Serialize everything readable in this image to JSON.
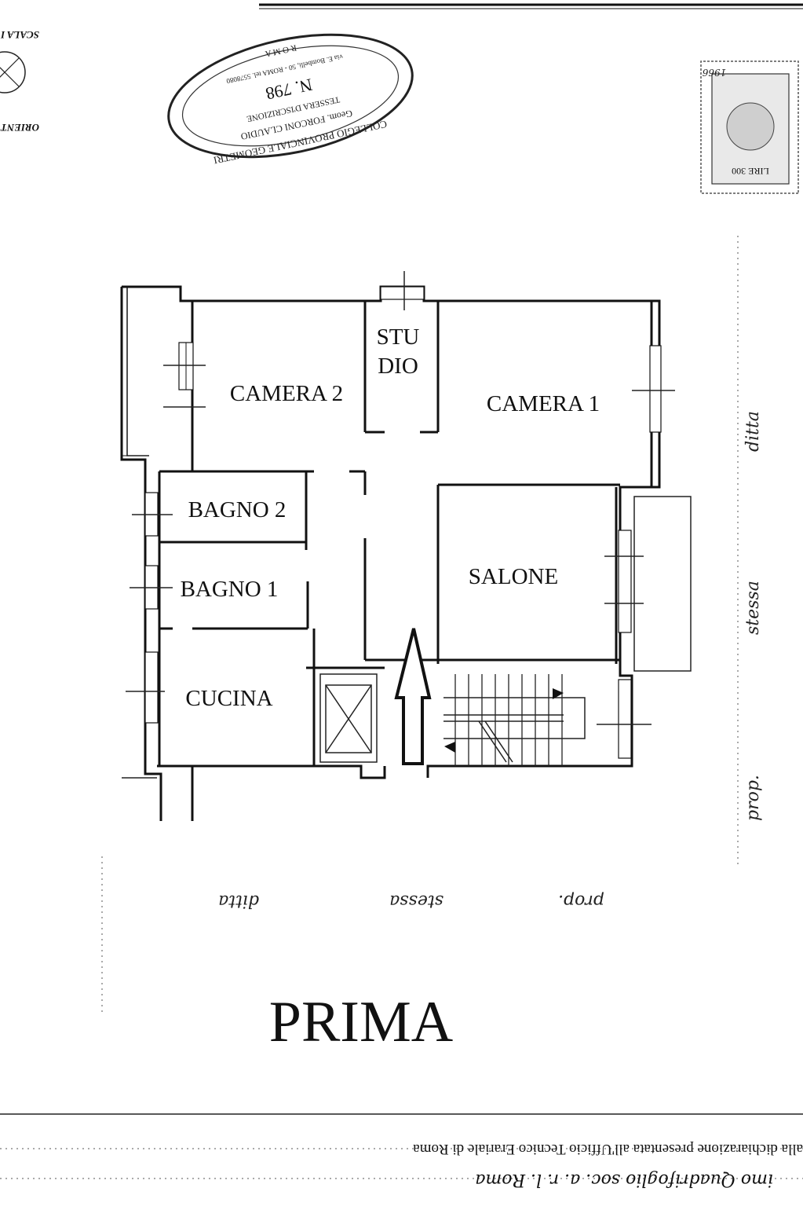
{
  "header": {
    "top_left_rotated_1": "SCALA I",
    "top_left_rotated_2": "ORIENT",
    "stamp_line_1": "COLLEGIO PROVINCIALE GEOMETRI",
    "stamp_line_2": "Geom. FORCONI CLAUDIO",
    "stamp_line_3": "TESSERA D'ISCRIZIONE",
    "stamp_number": "N. 798",
    "stamp_city": "R O M A",
    "stamp_address": "via E. Bombelli, 50 - ROMA tel. 5578080",
    "revenue_stamp_value": "LIRE 300",
    "revenue_stamp_year": "1966"
  },
  "rooms": {
    "studio_line_1": "STU",
    "studio_line_2": "DIO",
    "camera_2": "CAMERA 2",
    "camera_1": "CAMERA 1",
    "bagno_2": "BAGNO 2",
    "bagno_1": "BAGNO 1",
    "salone": "SALONE",
    "cucina": "CUCINA"
  },
  "boundaries": {
    "right_top": "ditta",
    "right_middle": "stessa",
    "right_bottom": "prop.",
    "bottom_1": "ditta",
    "bottom_2": "stessa",
    "bottom_3": "prop."
  },
  "floor_title": "PRIMA",
  "footer": {
    "line_1": "alla dichiarazione presentata all'Ufficio Tecnico Erariale di Roma",
    "line_2": "imo Quadrifoglio soc. a. r. l. Roma"
  }
}
